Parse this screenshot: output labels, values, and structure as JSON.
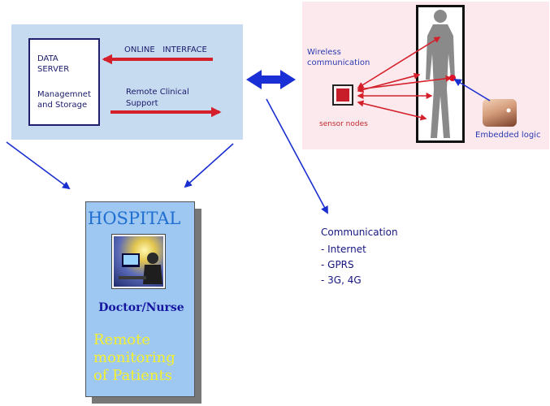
{
  "server": {
    "title": "DATA\nSERVER",
    "subtitle": "Managemnet\nand Storage",
    "online_interface": "ONLINE   INTERFACE",
    "remote_support": "Remote Clinical\nSupport"
  },
  "body_area": {
    "wireless_label": "Wireless\ncommunication",
    "sensor_nodes_label": "sensor nodes",
    "embedded_label": "Embedded logic"
  },
  "hospital": {
    "title": "HOSPITAL",
    "role": "Doctor/Nurse",
    "description": "Remote\nmonitoring\nof Patients"
  },
  "communication": {
    "title": "Communication",
    "items": [
      "- Internet",
      "- GPRS",
      "- 3G, 4G"
    ]
  },
  "colors": {
    "link_arrow": "#1a2fd0",
    "sensor_arrow": "#d4202a",
    "server_panel": "#c6daf0",
    "body_panel": "#fce9ee",
    "hospital_card": "#9ec7f2"
  }
}
